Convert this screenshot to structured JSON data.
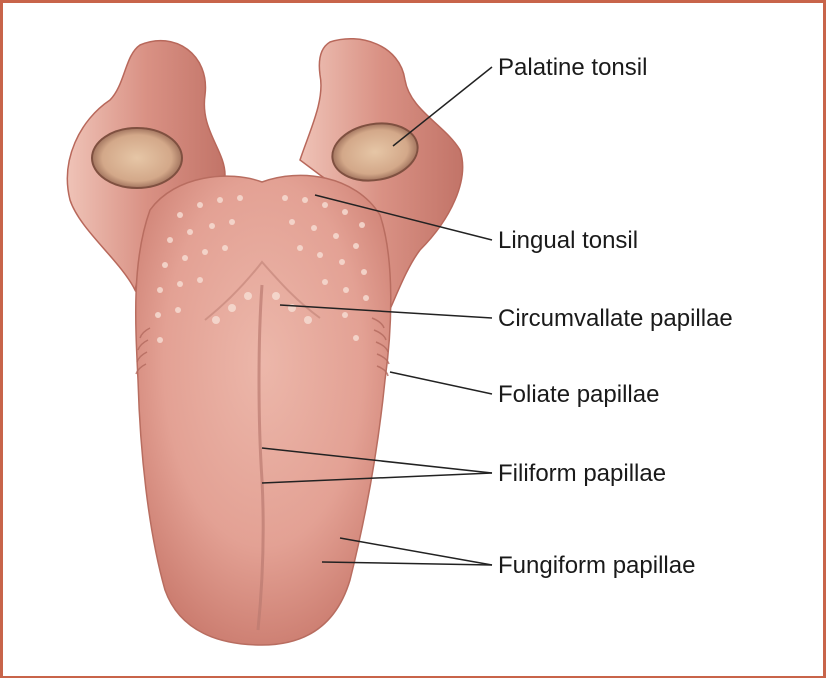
{
  "colors": {
    "border": "#c8644a",
    "leader_line": "#222222",
    "tongue_base": "#e3a194",
    "tongue_light": "#f0c2b6",
    "tongue_dark": "#b86d60",
    "tonsil": "#d7b08e",
    "tonsil_dark": "#8e5f4d",
    "papillae": "#f6dcd2"
  },
  "labels": {
    "palatine_tonsil": "Palatine tonsil",
    "lingual_tonsil": "Lingual tonsil",
    "circumvallate_papillae": "Circumvallate papillae",
    "foliate_papillae": "Foliate papillae",
    "filiform_papillae": "Filiform papillae",
    "fungiform_papillae": "Fungiform papillae"
  }
}
